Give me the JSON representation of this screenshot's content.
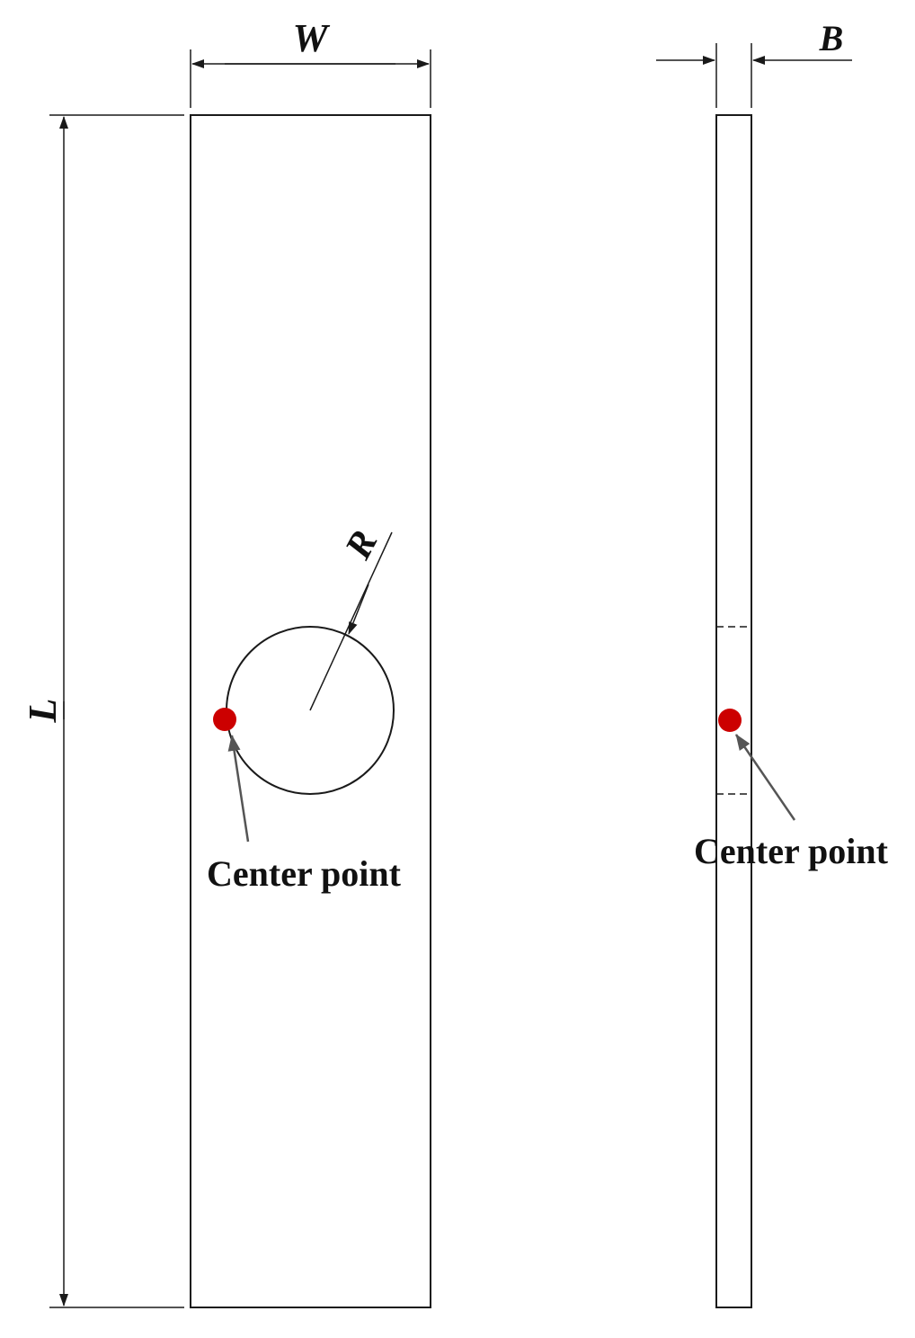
{
  "labels": {
    "width": "W",
    "length": "L",
    "thickness": "B",
    "radius": "R",
    "front_center_point": "Center point",
    "side_center_point": "Center point"
  },
  "colors": {
    "line": "#1a1a1a",
    "marker": "#cc0000",
    "pointer": "#555555",
    "background": "#ffffff"
  }
}
